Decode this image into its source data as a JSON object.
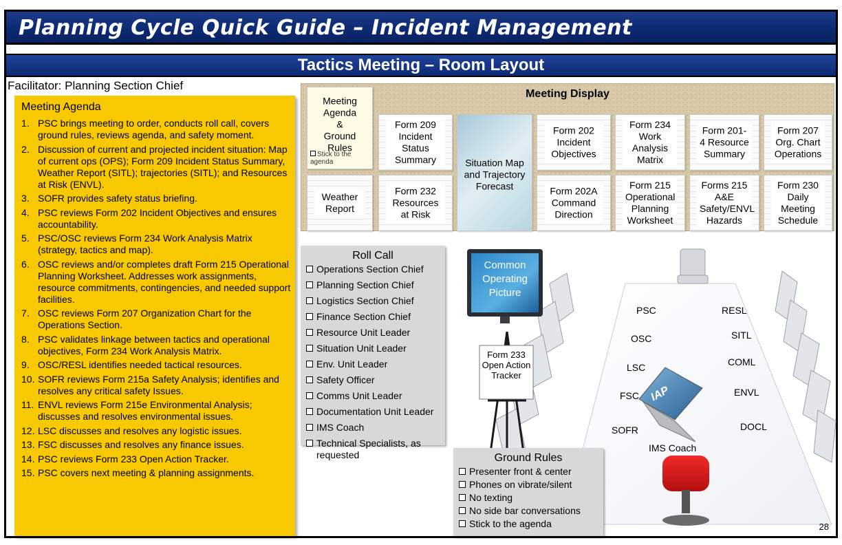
{
  "header": {
    "title": "Planning Cycle Quick Guide – Incident Management"
  },
  "subheader": {
    "title": "Tactics Meeting – Room Layout"
  },
  "facilitator": "Facilitator: Planning Section Chief",
  "agenda": {
    "title": "Meeting Agenda",
    "items": [
      {
        "num": "1.",
        "text": "PSC brings meeting to order, conducts roll call, covers ground rules, reviews agenda, and safety moment."
      },
      {
        "num": "2.",
        "text": "Discussion of current and projected incident situation: Map of current ops (OPS); Form 209 Incident Status Summary, Weather Report (SITL); trajectories (SITL); and Resources at Risk (ENVL)."
      },
      {
        "num": "3.",
        "text": "SOFR provides safety status briefing."
      },
      {
        "num": "4.",
        "text": "PSC reviews Form 202 Incident Objectives and ensures accountability."
      },
      {
        "num": "5.",
        "text": "PSC/OSC reviews Form 234 Work Analysis Matrix (strategy, tactics and map)."
      },
      {
        "num": "6.",
        "text": "OSC reviews and/or completes draft Form 215 Operational Planning Worksheet. Addresses work assignments, resource commitments, contingencies, and needed support facilities."
      },
      {
        "num": "7.",
        "text": "OSC reviews Form 207 Organization Chart for the Operations Section."
      },
      {
        "num": "8.",
        "text": "PSC validates linkage between tactics and operational objectives, Form 234 Work Analysis Matrix."
      },
      {
        "num": "9.",
        "text": "OSC/RESL identifies needed tactical resources."
      },
      {
        "num": "10.",
        "text": "SOFR reviews Form 215a Safety Analysis; identifies and resolves any critical safety Issues."
      },
      {
        "num": "11.",
        "text": "ENVL reviews Form 215e Environmental Analysis; discusses and resolves environmental issues."
      },
      {
        "num": "12.",
        "text": "LSC discusses and resolves any logistic issues."
      },
      {
        "num": "13.",
        "text": "FSC discusses and resolves any finance issues."
      },
      {
        "num": "14.",
        "text": "PSC reviews Form 233 Open Action Tracker."
      },
      {
        "num": "15.",
        "text": "PSC covers next meeting & planning assignments."
      }
    ]
  },
  "display": {
    "title": "Meeting Display",
    "cards": {
      "agenda_rules": "Meeting Agenda & Ground Rules",
      "stick": "Stick to the agenda",
      "weather": "Weather Report",
      "f209": "Form 209 Incident Status Summary",
      "f232": "Form 232 Resources at Risk",
      "sitmap": "Situation Map and Trajectory Forecast",
      "f202": "Form 202 Incident Objectives",
      "f202a": "Form 202A Command Direction",
      "f234": "Form 234 Work Analysis Matrix",
      "f215": "Form 215 Operational Planning Worksheet",
      "f2014": "Form 201-4 Resource Summary",
      "f215ae": "Forms 215 A&E Safety/ENVL Hazards",
      "f207": "Form 207 Org. Chart Operations",
      "f230": "Form 230 Daily Meeting Schedule"
    }
  },
  "rollcall": {
    "title": "Roll Call",
    "items": [
      "Operations Section Chief",
      "Planning Section Chief",
      "Logistics Section Chief",
      "Finance Section Chief",
      "Resource Unit Leader",
      "Situation Unit Leader",
      "Env. Unit Leader",
      "Safety Officer",
      "Comms Unit Leader",
      "Documentation Unit Leader",
      "IMS Coach",
      "Technical Specialists, as requested"
    ]
  },
  "groundrules": {
    "title": "Ground Rules",
    "items": [
      "Presenter front & center",
      "Phones on vibrate/silent",
      "No texting",
      "No side bar conversations",
      "Stick to the agenda"
    ]
  },
  "room": {
    "cop": "Common Operating Picture",
    "tracker": "Form 233 Open Action Tracker",
    "laptop_logo": "IAP",
    "ims_coach": "IMS Coach",
    "left_seats": [
      "PSC",
      "OSC",
      "LSC",
      "FSC",
      "SOFR"
    ],
    "right_seats": [
      "RESL",
      "SITL",
      "COML",
      "ENVL",
      "DOCL"
    ]
  },
  "page_number": "28",
  "colors": {
    "title_bar": "#0d2a73",
    "agenda_bg": "#f8c800",
    "chair_red": "#d8161b",
    "display_bg": "#d8c8a8"
  }
}
